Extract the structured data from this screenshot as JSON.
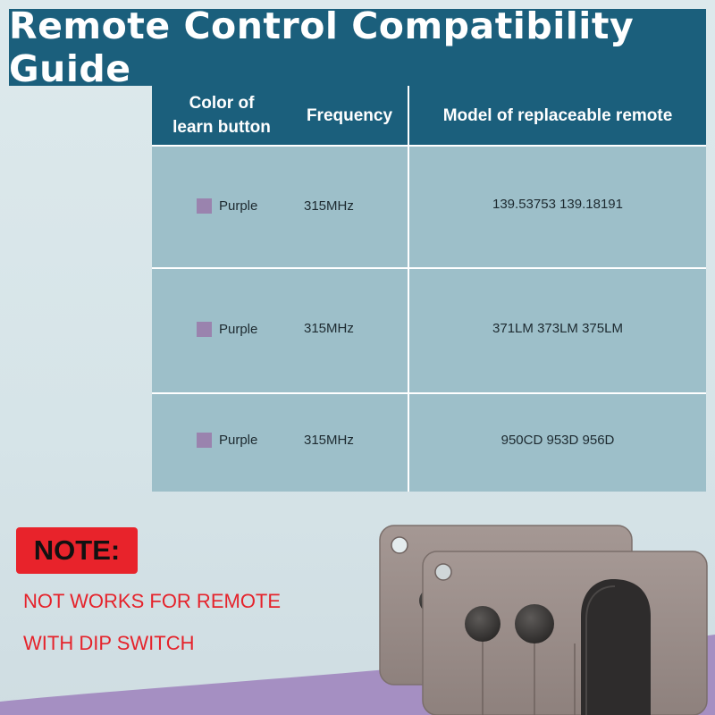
{
  "title": "Remote Control Compatibility Guide",
  "table": {
    "headers": [
      "Color of\nlearn button",
      "Frequency",
      "Model of replaceable remote"
    ],
    "rows": [
      {
        "color": "Purple",
        "frequency": "315MHz",
        "models": "139.53753 139.18191"
      },
      {
        "color": "Purple",
        "frequency": "315MHz",
        "models": "371LM 373LM 375LM"
      },
      {
        "color": "Purple",
        "frequency": "315MHz",
        "models": "950CD 953D 956D"
      }
    ],
    "swatch_color": "#9a83ae"
  },
  "note": {
    "badge": "NOTE:",
    "lines": [
      "NOT WORKS FOR REMOTE",
      "WITH DIP SWITCH"
    ]
  },
  "colors": {
    "header": "#1b5f7c",
    "table_body": "#9dbfc9",
    "note_badge": "#e8232b",
    "note_text": "#e5232b",
    "purple_band": "#a58fc2"
  }
}
